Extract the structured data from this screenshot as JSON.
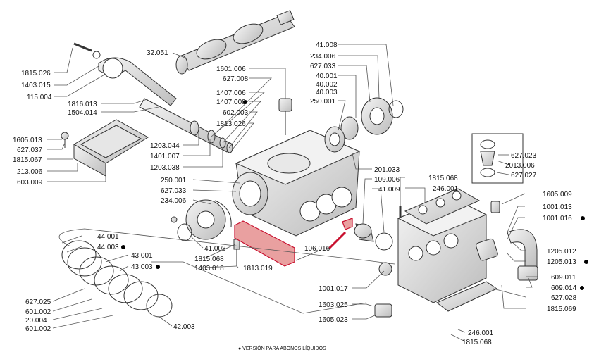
{
  "labels": {
    "l32051": "32.051",
    "l1815026": "1815.026",
    "l1403015": "1403.015",
    "l115004": "115.004",
    "l1816013": "1816.013",
    "l1504014": "1504.014",
    "l1601006": "1601.006",
    "l627008": "627.008",
    "l1407006": "1407.006",
    "l1407008": "1407.008",
    "l602003": "602.003",
    "l1813026": "1813.026",
    "l41008t": "41.008",
    "l234006t": "234.006",
    "l627033t": "627.033",
    "l40001": "40.001",
    "l40002": "40.002",
    "l40003": "40.003",
    "l250001t": "250.001",
    "l1605013": "1605.013",
    "l627037": "627.037",
    "l1815067": "1815.067",
    "l213006": "213.006",
    "l603009": "603.009",
    "l1203044": "1203.044",
    "l1401007": "1401.007",
    "l1203038": "1203.038",
    "l250001b": "250.001",
    "l627033b": "627.033",
    "l234006b": "234.006",
    "l201033": "201.033",
    "l109006": "109.006",
    "l41009": "41.009",
    "l1815068t": "1815.068",
    "l246001t": "246.001",
    "l627023": "627.023",
    "l2013006": "2013.006",
    "l627027": "627.027",
    "l1605009": "1605.009",
    "l1001013": "1001.013",
    "l1001016": "1001.016",
    "l44001": "44.001",
    "l44003": "44.003",
    "l43001": "43.001",
    "l43003": "43.003",
    "l106016": "106.016",
    "l41008b": "41.008",
    "l1815068m": "1815.068",
    "l1403018": "1403.018",
    "l1813019": "1813.019",
    "l1205012": "1205.012",
    "l1205013": "1205.013",
    "l609011": "609.011",
    "l609014": "609.014",
    "l627028": "627.028",
    "l1815069": "1815.069",
    "l1001017": "1001.017",
    "l1603025": "1603.025",
    "l1605023": "1605.023",
    "l627025": "627.025",
    "l601002a": "601.002",
    "l20004": "20.004",
    "l601002b": "601.002",
    "l42003": "42.003",
    "l246001b": "246.001",
    "l1815068b": "1815.068"
  },
  "footnote": "● VERSIÓN PARA ABONOS LÍQUIDOS",
  "colors": {
    "highlight_fill": "#e9a0a0",
    "highlight_stroke": "#c8102e",
    "line": "#333333"
  }
}
